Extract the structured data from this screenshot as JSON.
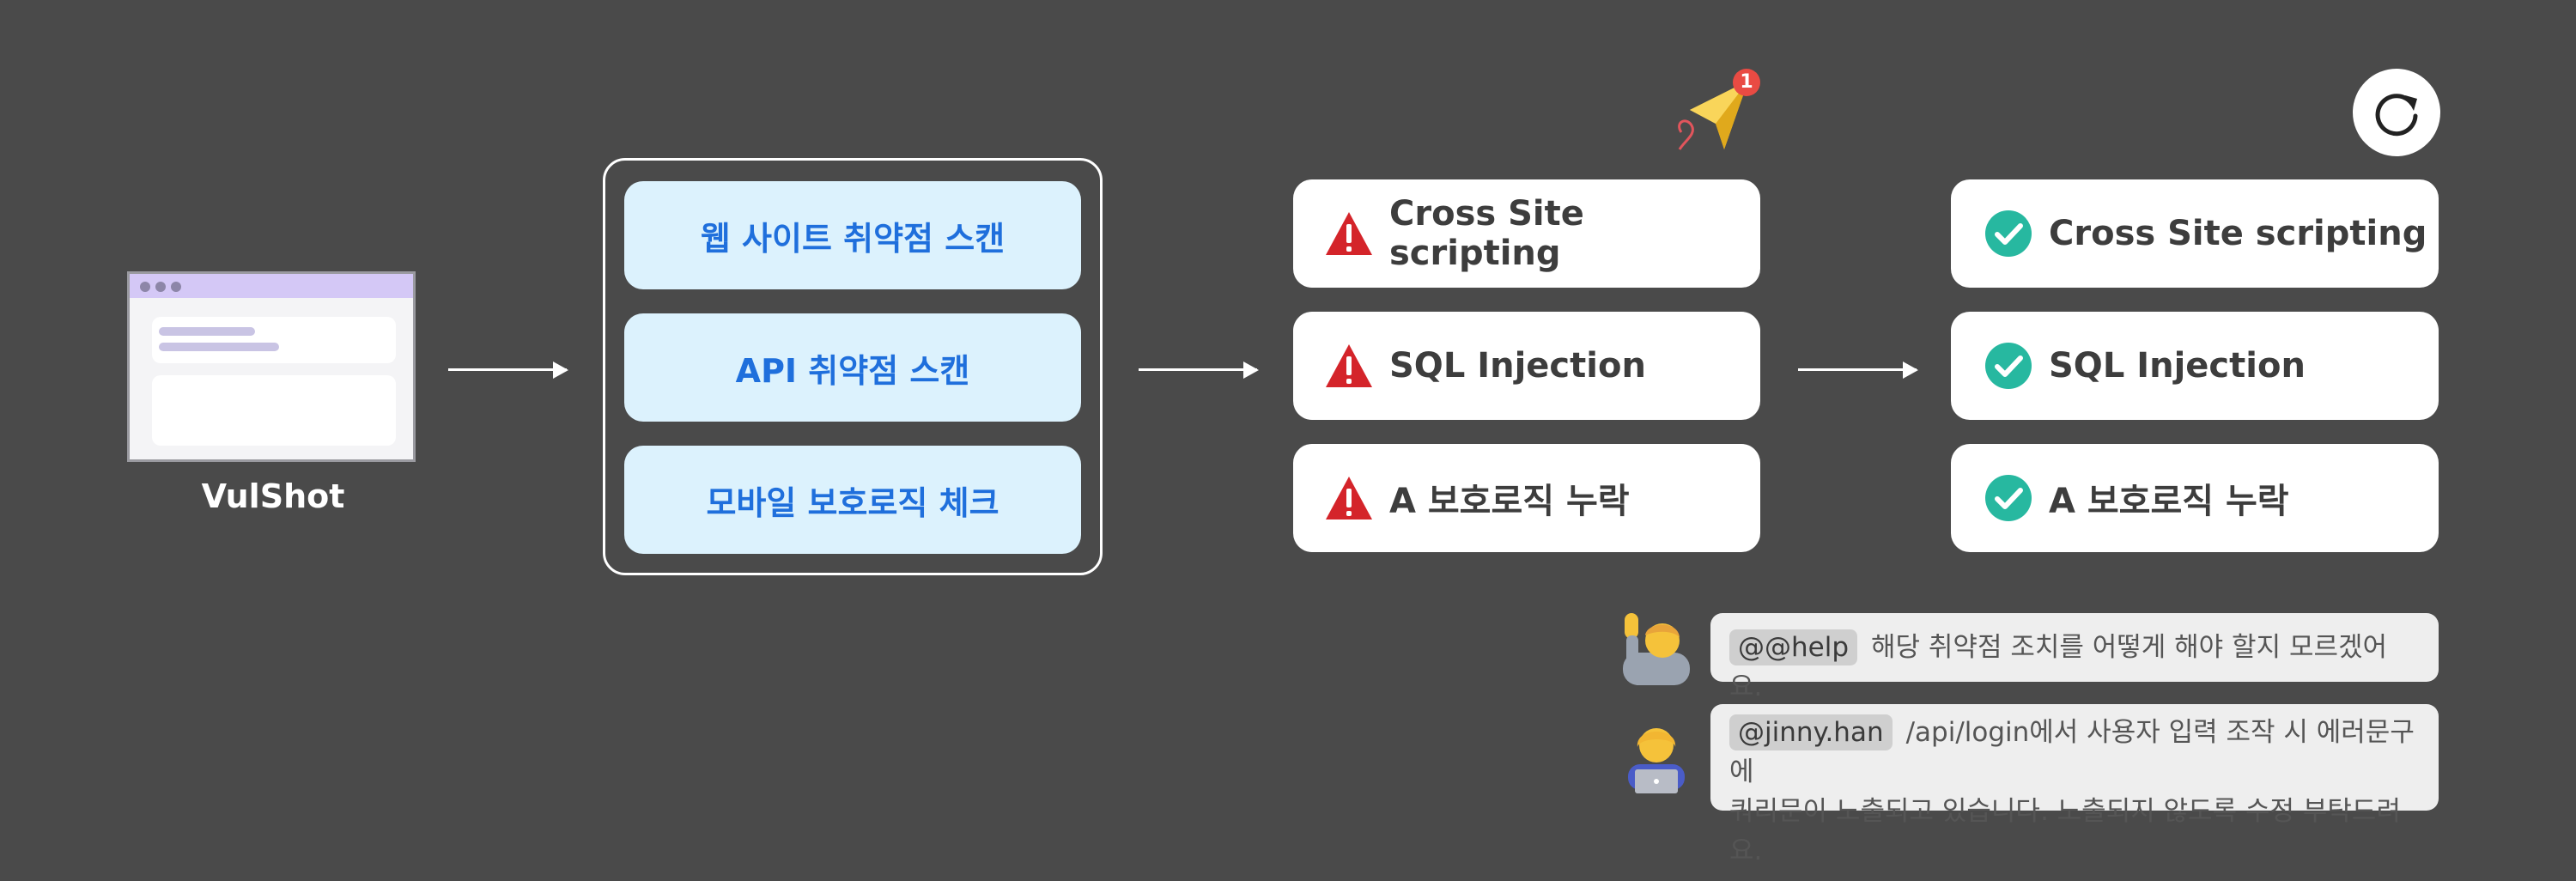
{
  "source": {
    "label": "VulShot"
  },
  "scans": [
    {
      "label": "웹 사이트 취약점 스캔"
    },
    {
      "label": "API 취약점 스캔"
    },
    {
      "label": "모바일 보호로직 체크"
    }
  ],
  "findings": [
    {
      "label": "Cross Site scripting"
    },
    {
      "label": "SQL Injection"
    },
    {
      "label": "A 보호로직 누락"
    }
  ],
  "resolved": [
    {
      "label": "Cross Site scripting"
    },
    {
      "label": "SQL Injection"
    },
    {
      "label": "A 보호로직 누락"
    }
  ],
  "notification": {
    "count": "1"
  },
  "comments": [
    {
      "mention": "@@help",
      "text": "해당 취약점 조치를 어떻게 해야 할지 모르겠어요."
    },
    {
      "mention": "@jinny.han",
      "text": "/api/login에서 사용자 입력 조작 시 에러문구에",
      "text2": "쿼리문이 노출되고 있습니다. 노출되지 않도록 수정 부탁드려요."
    }
  ],
  "colors": {
    "background": "#4a4a4a",
    "scan_fill": "#dcf2fd",
    "scan_text": "#1f6fdc",
    "warning": "#d4242a",
    "check": "#27b8a0",
    "badge": "#e94b43"
  },
  "icons": {
    "warning": "warning-icon",
    "check": "check-circle-icon",
    "plane": "paper-plane-icon",
    "refresh": "refresh-icon"
  }
}
